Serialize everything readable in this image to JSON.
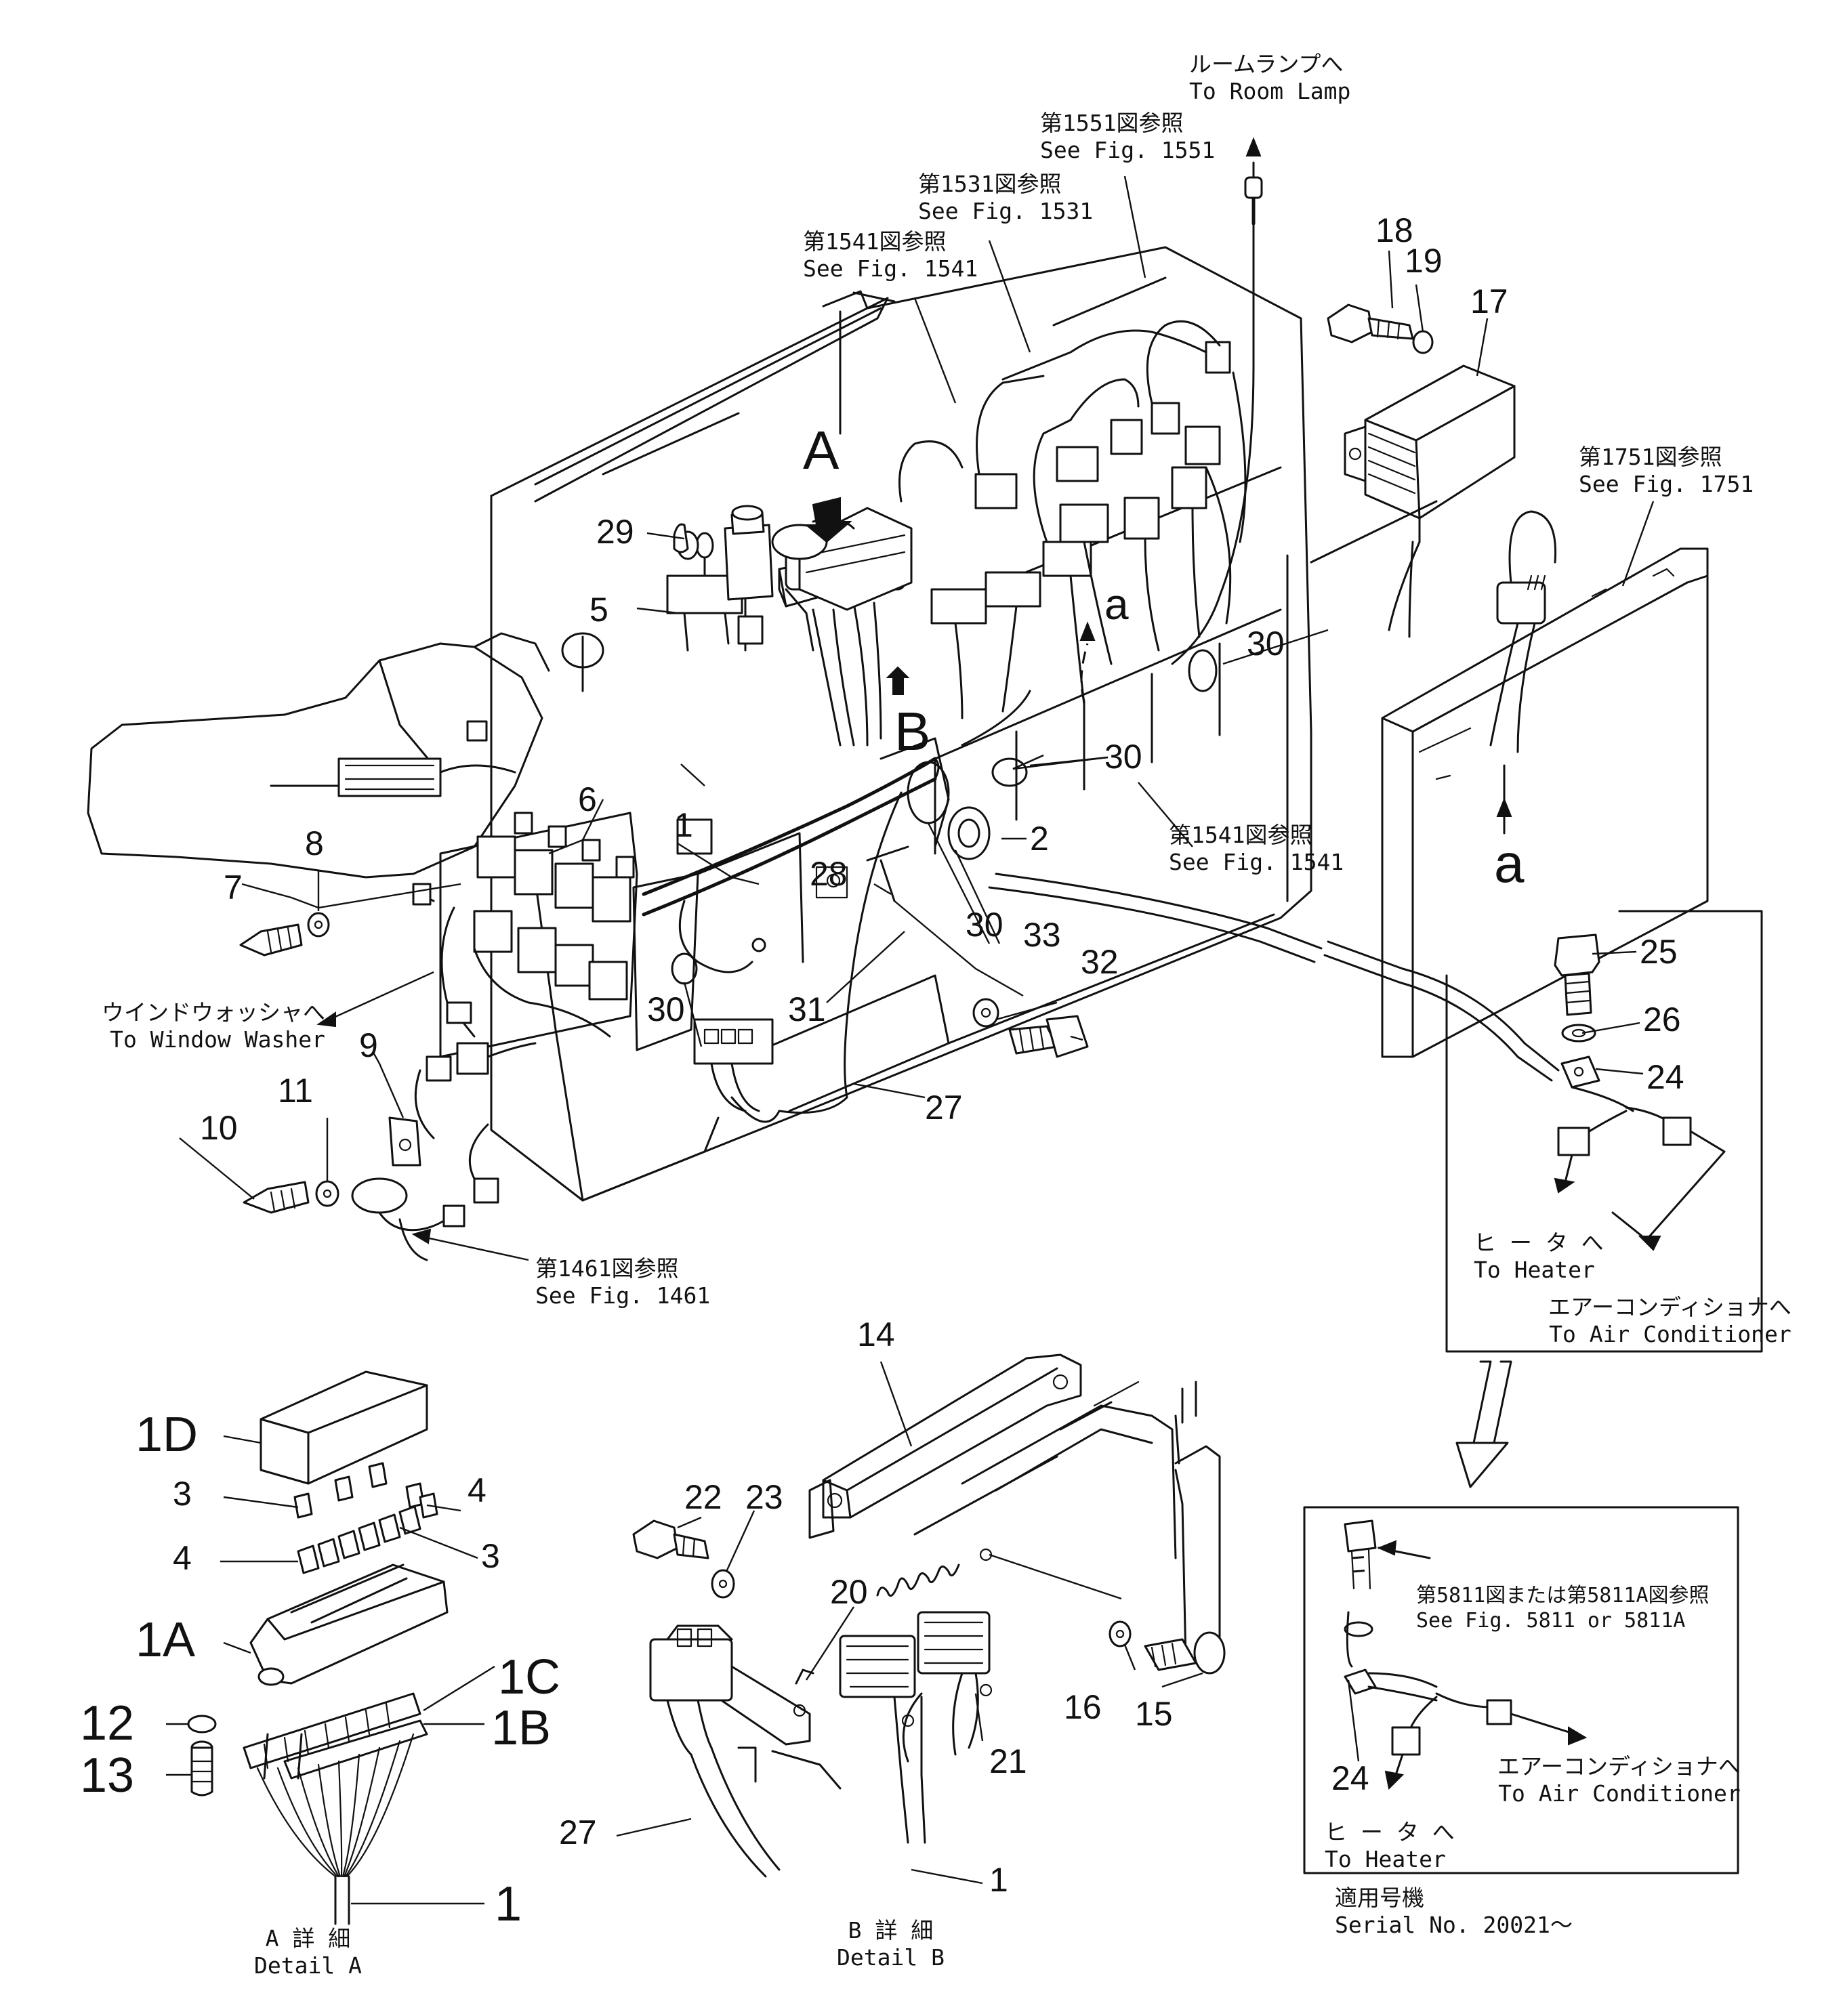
{
  "callouts": {
    "c1_main": "1",
    "c1_detailB": "1",
    "c1_detailA": "1",
    "c1A": "1A",
    "c1B": "1B",
    "c1C": "1C",
    "c1D": "1D",
    "c2": "2",
    "c3_a": "3",
    "c3_b": "3",
    "c4_a": "4",
    "c4_b": "4",
    "c5": "5",
    "c6": "6",
    "c7": "7",
    "c8": "8",
    "c9": "9",
    "c10": "10",
    "c11": "11",
    "c12": "12",
    "c13": "13",
    "c14": "14",
    "c15": "15",
    "c16": "16",
    "c17": "17",
    "c18": "18",
    "c19": "19",
    "c20": "20",
    "c21": "21",
    "c22": "22",
    "c23": "23",
    "c24_main": "24",
    "c24_inset": "24",
    "c25": "25",
    "c26": "26",
    "c27_main": "27",
    "c27_detailB": "27",
    "c28": "28",
    "c29": "29",
    "c30_a": "30",
    "c30_b": "30",
    "c30_c": "30",
    "c30_d": "30",
    "c31": "31",
    "c32": "32",
    "c33": "33"
  },
  "letters": {
    "view_A": "A",
    "view_B": "B",
    "conn_a_upper": "a",
    "conn_a_lower": "a"
  },
  "notes": {
    "room_lamp": {
      "jp": "ルームランプへ",
      "en": "To Room Lamp"
    },
    "fig1551": {
      "jp": "第1551図参照",
      "en": "See Fig. 1551"
    },
    "fig1531": {
      "jp": "第1531図参照",
      "en": "See Fig. 1531"
    },
    "fig1541_top": {
      "jp": "第1541図参照",
      "en": "See Fig. 1541"
    },
    "fig1751": {
      "jp": "第1751図参照",
      "en": "See Fig. 1751"
    },
    "fig1541_mid": {
      "jp": "第1541図参照",
      "en": "See Fig. 1541"
    },
    "window_washer": {
      "jp": "ウインドウォッシャへ",
      "en": "To Window Washer"
    },
    "fig1461": {
      "jp": "第1461図参照",
      "en": "See Fig. 1461"
    },
    "heater_main": {
      "jp": "ヒ ー タ へ",
      "en": "To Heater"
    },
    "aircon_main": {
      "jp": "エアーコンディショナへ",
      "en": "To Air Conditioner"
    },
    "fig5811": {
      "jp": "第5811図または第5811A図参照",
      "en": "See Fig. 5811 or 5811A"
    },
    "aircon_inset": {
      "jp": "エアーコンディショナへ",
      "en": "To Air Conditioner"
    },
    "heater_inset": {
      "jp": "ヒ ー タ へ",
      "en": "To Heater"
    },
    "serial": {
      "jp": "適用号機",
      "en": "Serial No. 20021～"
    },
    "detail_a": {
      "jp": "A 詳 細",
      "en": "Detail A"
    },
    "detail_b": {
      "jp": "B 詳 細",
      "en": "Detail B"
    }
  }
}
